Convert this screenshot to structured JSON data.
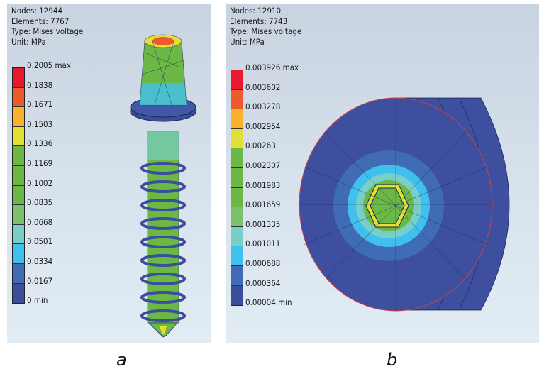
{
  "panel_a": {
    "info": {
      "nodes": "Nodes: 12944",
      "elements": "Elements: 7767",
      "type": "Type: Mises voltage",
      "unit": "Unit: MPa"
    },
    "legend": [
      "0.2005 max",
      "0.1838",
      "0.1671",
      "0.1503",
      "0.1336",
      "0.1169",
      "0.1002",
      "0.0835",
      "0.0668",
      "0.0501",
      "0.0334",
      "0.0167",
      "0 min"
    ],
    "caption": "a"
  },
  "panel_b": {
    "info": {
      "nodes": "Nodes: 12910",
      "elements": "Elements: 7743",
      "type": "Type: Mises voltage",
      "unit": "Unit: MPa"
    },
    "legend": [
      "0.003926 max",
      "0.003602",
      "0.003278",
      "0.002954",
      "0.00263",
      "0.002307",
      "0.001983",
      "0.001659",
      "0.001335",
      "0.001011",
      "0.000688",
      "0.000364",
      "0.00004 min"
    ],
    "caption": "b"
  },
  "colors": [
    "#e8192c",
    "#ee5a2e",
    "#f8b22c",
    "#e2e034",
    "#6cb845",
    "#6cb845",
    "#6cb845",
    "#7cc26c",
    "#78cfc8",
    "#40c0ec",
    "#3f6cb4",
    "#3a4e9c"
  ]
}
